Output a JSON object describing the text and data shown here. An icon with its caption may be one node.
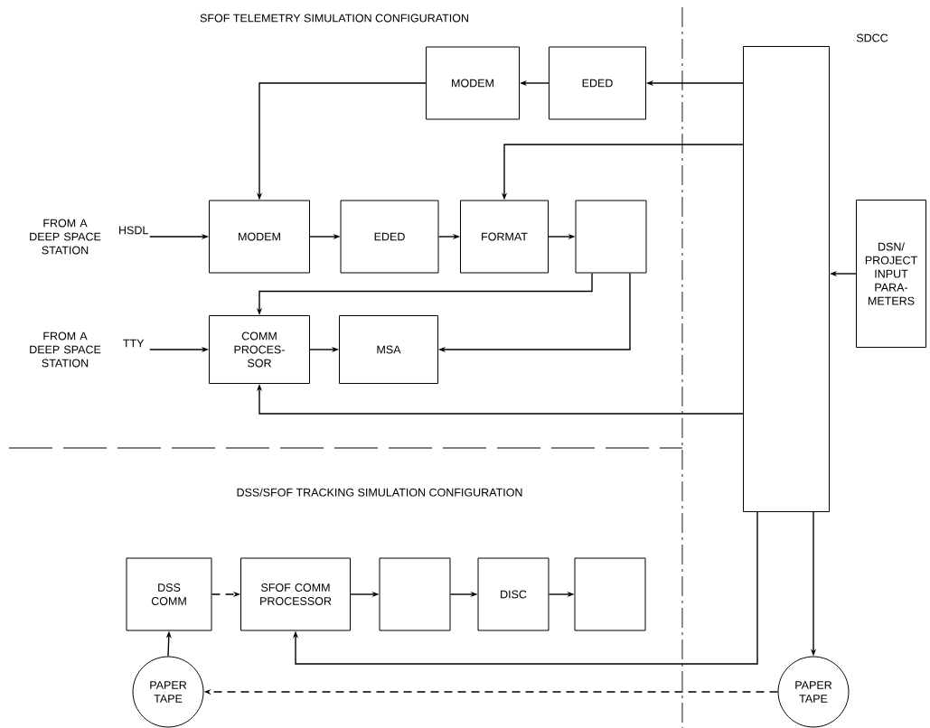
{
  "diagram": {
    "nodes": [
      {
        "text": [
          "MODEM"
        ]
      },
      {
        "text": [
          "EDED"
        ]
      },
      {
        "text": [],
        "shape": "box"
      },
      {
        "text": [
          "FROM A DEEP SPACE STATION"
        ]
      },
      {
        "text": [
          "MODEM"
        ]
      },
      {
        "text": [
          "EDED"
        ]
      },
      {
        "text": [
          "FORMAT"
        ]
      },
      {
        "text": [],
        "shape": "box"
      },
      {
        "text": [
          "DSN/ PROJECT INPUT PARA- METERS"
        ]
      },
      {
        "text": [
          "FROM A DEEP SPACE STATION"
        ]
      },
      {
        "text": [
          "COMM PROCES- SOR"
        ]
      },
      {
        "text": [
          "MSA"
        ]
      },
      {
        "text": [
          "DSS COMM"
        ]
      },
      {
        "text": [
          "SFOF COMM PROCESSOR"
        ]
      },
      {
        "text": [],
        "shape": "box"
      },
      {
        "text": [
          "DISC"
        ]
      },
      {
        "text": [],
        "shape": "box"
      },
      {
        "text": [
          "PAPER TAPE"
        ]
      },
      {
        "text": [
          "PAPER TAPE"
        ]
      }
    ],
    "edges": [
      {
        "from": 1,
        "to": 0,
        "arrow": "to"
      },
      {
        "from": 2,
        "to": 1,
        "arrow": "to"
      },
      {
        "from": 0,
        "to": 4,
        "arrow": "to"
      },
      {
        "from": 2,
        "to": 6,
        "arrow": "to"
      },
      {
        "from": 3,
        "to": 4,
        "arrow": "to",
        "label": "HSDL"
      },
      {
        "from": 4,
        "to": 5,
        "arrow": "to"
      },
      {
        "from": 5,
        "to": 6,
        "arrow": "to"
      },
      {
        "from": 6,
        "to": 7,
        "arrow": "to"
      },
      {
        "from": 8,
        "to": 2,
        "arrow": "to"
      },
      {
        "from": 7,
        "to": 10,
        "arrow": "to"
      },
      {
        "from": 7,
        "to": 11,
        "arrow": "to"
      },
      {
        "from": 9,
        "to": 10,
        "arrow": "to",
        "label": "TTY"
      },
      {
        "from": 10,
        "to": 11,
        "arrow": "to"
      },
      {
        "from": 2,
        "to": 10,
        "arrow": "to"
      },
      {
        "from": 12,
        "to": 13,
        "arrow": "to",
        "style": "dashed"
      },
      {
        "from": 13,
        "to": 14,
        "arrow": "to"
      },
      {
        "from": 14,
        "to": 15,
        "arrow": "to"
      },
      {
        "from": 15,
        "to": 16,
        "arrow": "to"
      },
      {
        "from": 2,
        "to": 13,
        "arrow": "to"
      },
      {
        "from": 2,
        "to": 18,
        "arrow": "to"
      },
      {
        "from": 18,
        "to": 17,
        "arrow": "to",
        "style": "dashed"
      },
      {
        "from": 17,
        "to": 12,
        "arrow": "to"
      }
    ],
    "labels": [
      "SFOF TELEMETRY SIMULATION CONFIGURATION",
      "SDCC",
      "DSS/SFOF TRACKING SIMULATION CONFIGURATION"
    ]
  }
}
